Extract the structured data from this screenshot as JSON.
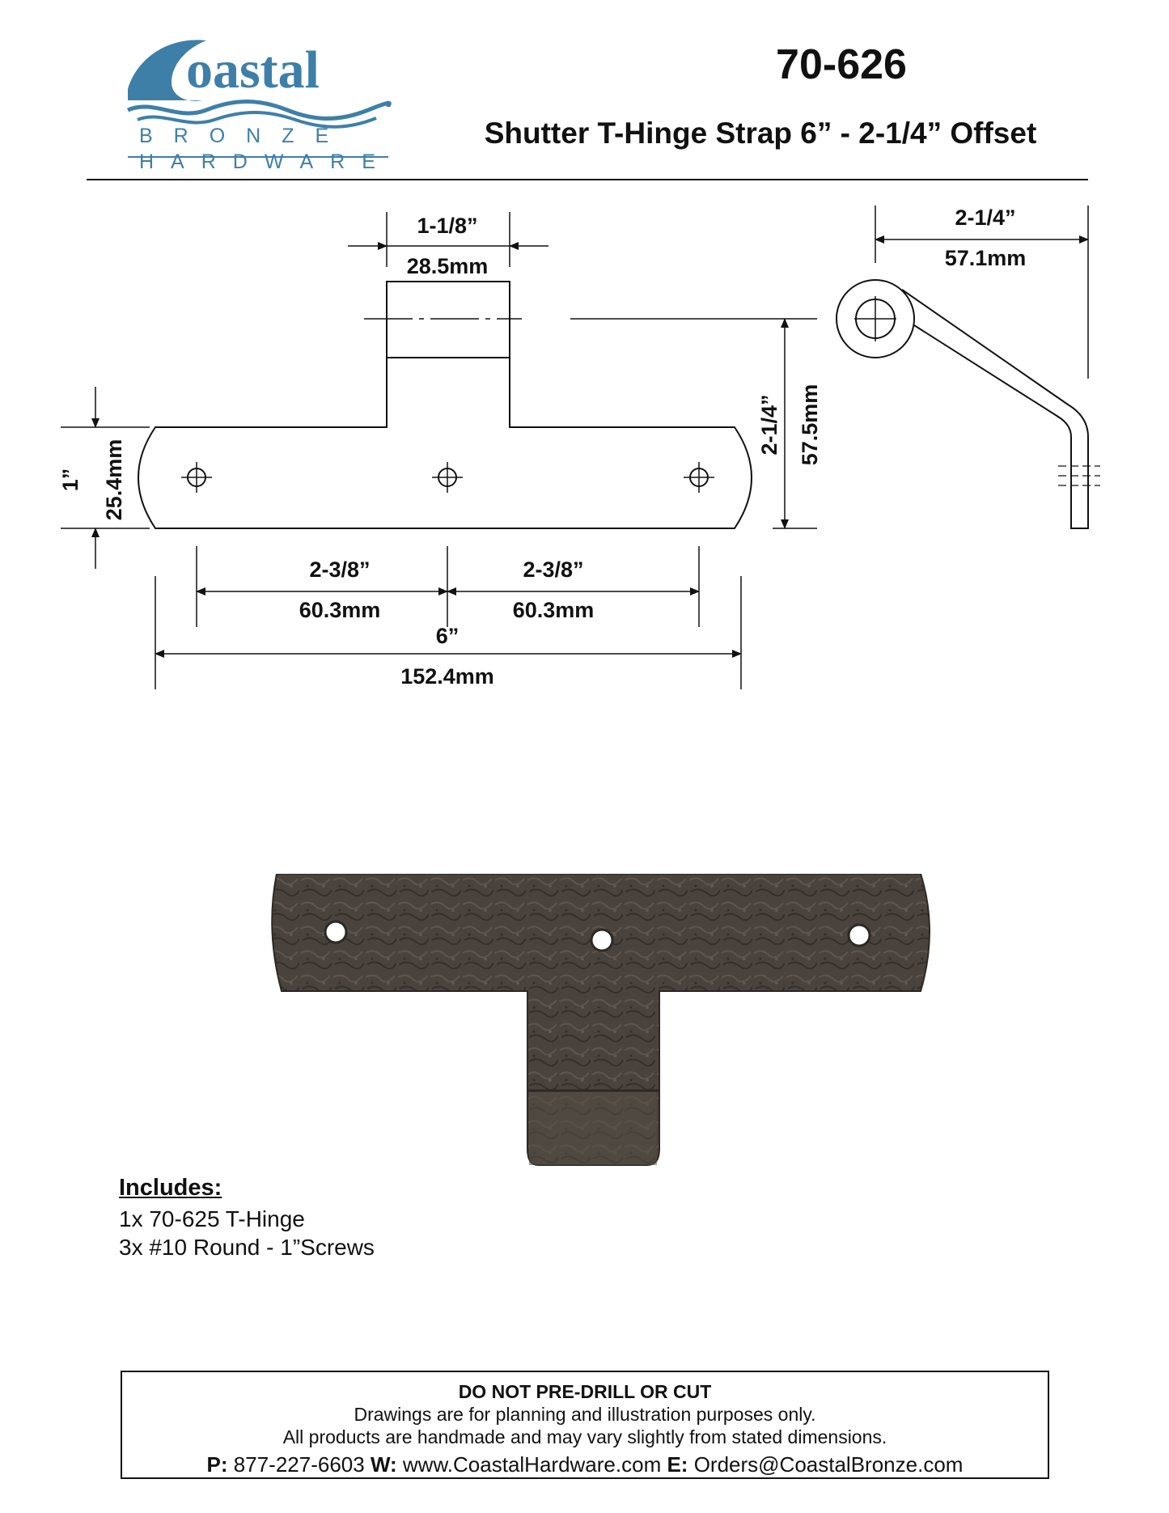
{
  "brand": {
    "wordmark": "oastal",
    "line1": "BRONZE",
    "line2": "HARDWARE",
    "color": "#3e7fa8"
  },
  "header": {
    "part_number": "70-626",
    "title": "Shutter T-Hinge Strap 6” - 2-1/4” Offset"
  },
  "dimensions": {
    "knuckle_width_in": "1-1/8”",
    "knuckle_width_mm": "28.5mm",
    "strap_height_in": "1”",
    "strap_height_mm": "25.4mm",
    "total_height_in": "2-1/4”",
    "total_height_mm": "57.5mm",
    "offset_in": "2-1/4”",
    "offset_mm": "57.1mm",
    "hole_spacing_left_in": "2-3/8”",
    "hole_spacing_left_mm": "60.3mm",
    "hole_spacing_right_in": "2-3/8”",
    "hole_spacing_right_mm": "60.3mm",
    "length_in": "6”",
    "length_mm": "152.4mm"
  },
  "includes": {
    "title": "Includes:",
    "items": [
      "1x  70-625 T-Hinge",
      "3x  #10 Round - 1”Screws"
    ]
  },
  "notice": {
    "title": "DO NOT PRE-DRILL OR CUT",
    "line1": "Drawings are for planning and illustration purposes only.",
    "line2": "All products are handmade and may vary slightly from stated dimensions.",
    "phone_label": "P:",
    "phone": "877-227-6603",
    "web_label": "W:",
    "web": "www.CoastalHardware.com",
    "email_label": "E:",
    "email": "Orders@CoastalBronze.com"
  },
  "colors": {
    "bronze_dark": "#3a3530",
    "bronze_mid": "#4d4640",
    "line": "#111111"
  }
}
